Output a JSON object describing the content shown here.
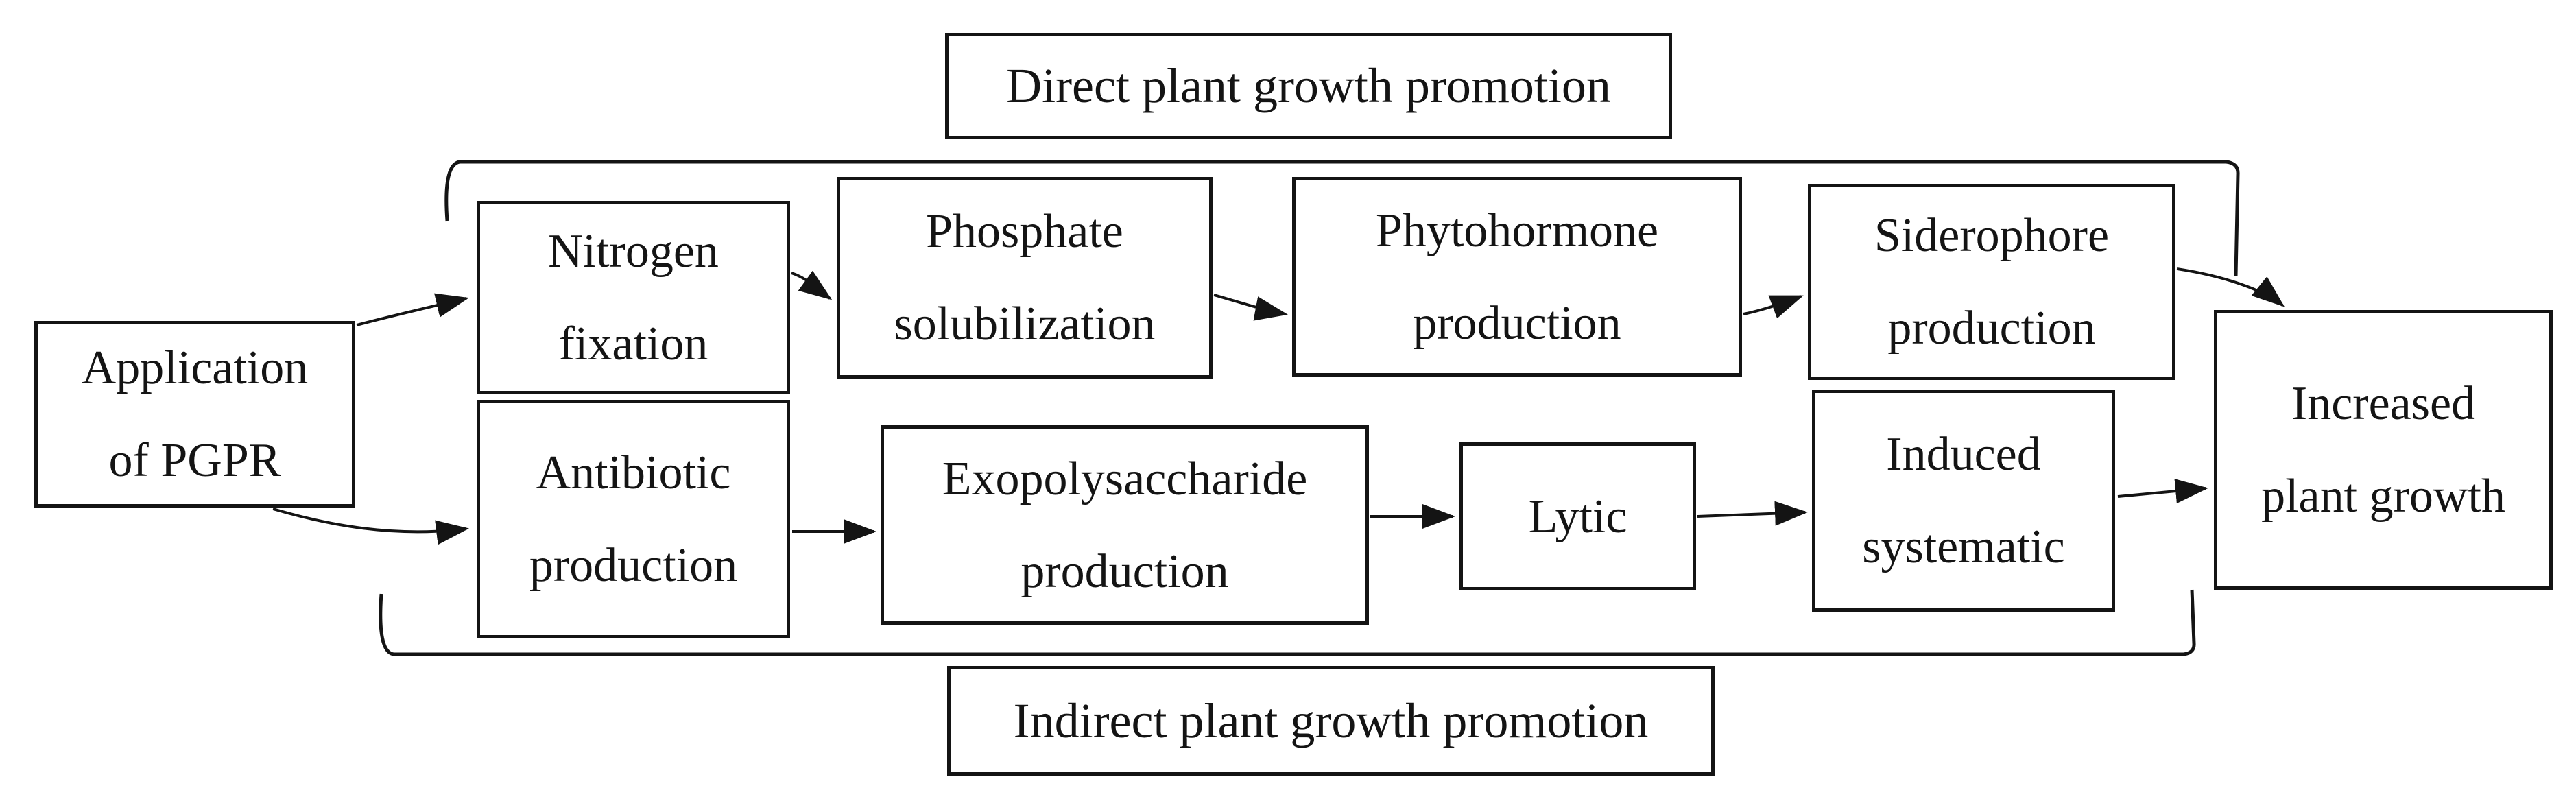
{
  "figure": {
    "background": "#ffffff",
    "ink": "#141414",
    "top_label": "Direct plant growth promotion",
    "bottom_label": "Indirect plant growth promotion",
    "nodes": {
      "application": {
        "lines": [
          "Application",
          "of PGPR"
        ]
      },
      "nitrogen": {
        "lines": [
          "Nitrogen",
          "fixation"
        ]
      },
      "phosphate": {
        "lines": [
          "Phosphate",
          "solubilization"
        ]
      },
      "phytohormone": {
        "lines": [
          "Phytohormone",
          "production"
        ]
      },
      "siderophore": {
        "lines": [
          "Siderophore",
          "production"
        ]
      },
      "increased": {
        "lines": [
          "Increased",
          "plant growth"
        ]
      },
      "antibiotic": {
        "lines": [
          "Antibiotic",
          "production"
        ]
      },
      "exopolysaccharide": {
        "lines": [
          "Exopolysaccharide",
          "production"
        ]
      },
      "lytic": {
        "lines": [
          "Lytic"
        ]
      },
      "induced": {
        "lines": [
          "Induced",
          "systematic"
        ]
      }
    }
  }
}
